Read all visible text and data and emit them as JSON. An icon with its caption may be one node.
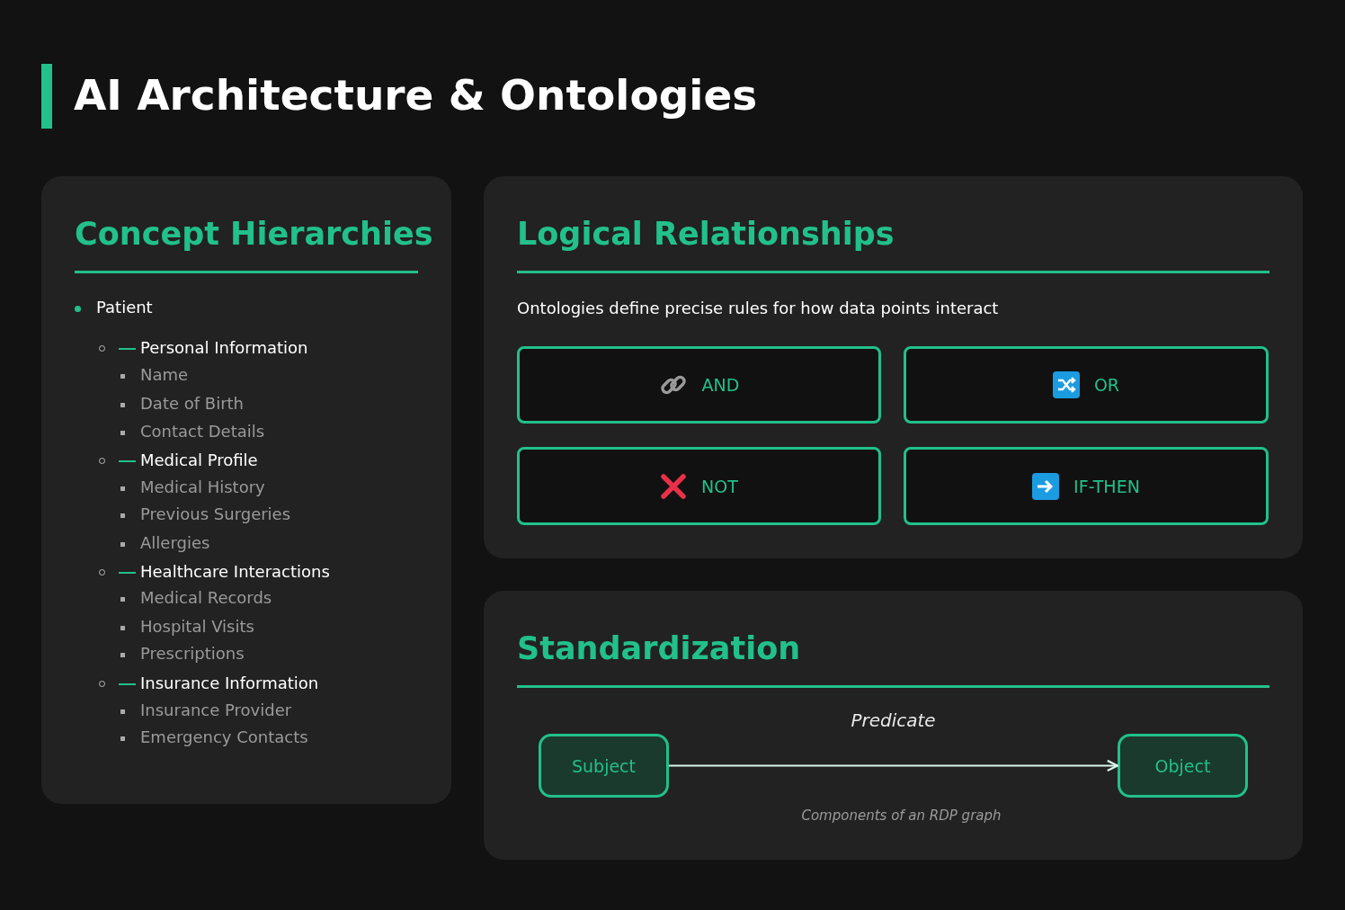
{
  "diagram": {
    "title": "AI Architecture & Ontologies",
    "nodes": [
      {
        "text": [
          "Concept Hierarchies"
        ]
      },
      {
        "text": [
          "Logical Relationships",
          "Ontologies define precise rules for how data points interact"
        ]
      },
      {
        "text": [
          "AND"
        ],
        "in": 1
      },
      {
        "text": [
          "OR"
        ],
        "in": 1
      },
      {
        "text": [
          "NOT"
        ],
        "in": 1
      },
      {
        "text": [
          "IF-THEN"
        ],
        "in": 1
      },
      {
        "text": [
          "Standardization",
          "Components of an RDP graph"
        ]
      },
      {
        "text": [
          "Subject"
        ],
        "in": 6
      },
      {
        "text": [
          "Object"
        ],
        "in": 6
      }
    ],
    "edges": [
      {
        "from": 7,
        "to": 8,
        "arrow": "to",
        "label": "Predicate"
      }
    ],
    "labels": [
      "Patient",
      "Personal Information",
      "Name",
      "Date of Birth",
      "Contact Details",
      "Medical Profile",
      "Medical History",
      "Previous Surgeries",
      "Allergies",
      "Healthcare Interactions",
      "Medical Records",
      "Hospital Visits",
      "Prescriptions",
      "Insurance Information",
      "Insurance Provider",
      "Emergency Contacts"
    ]
  }
}
